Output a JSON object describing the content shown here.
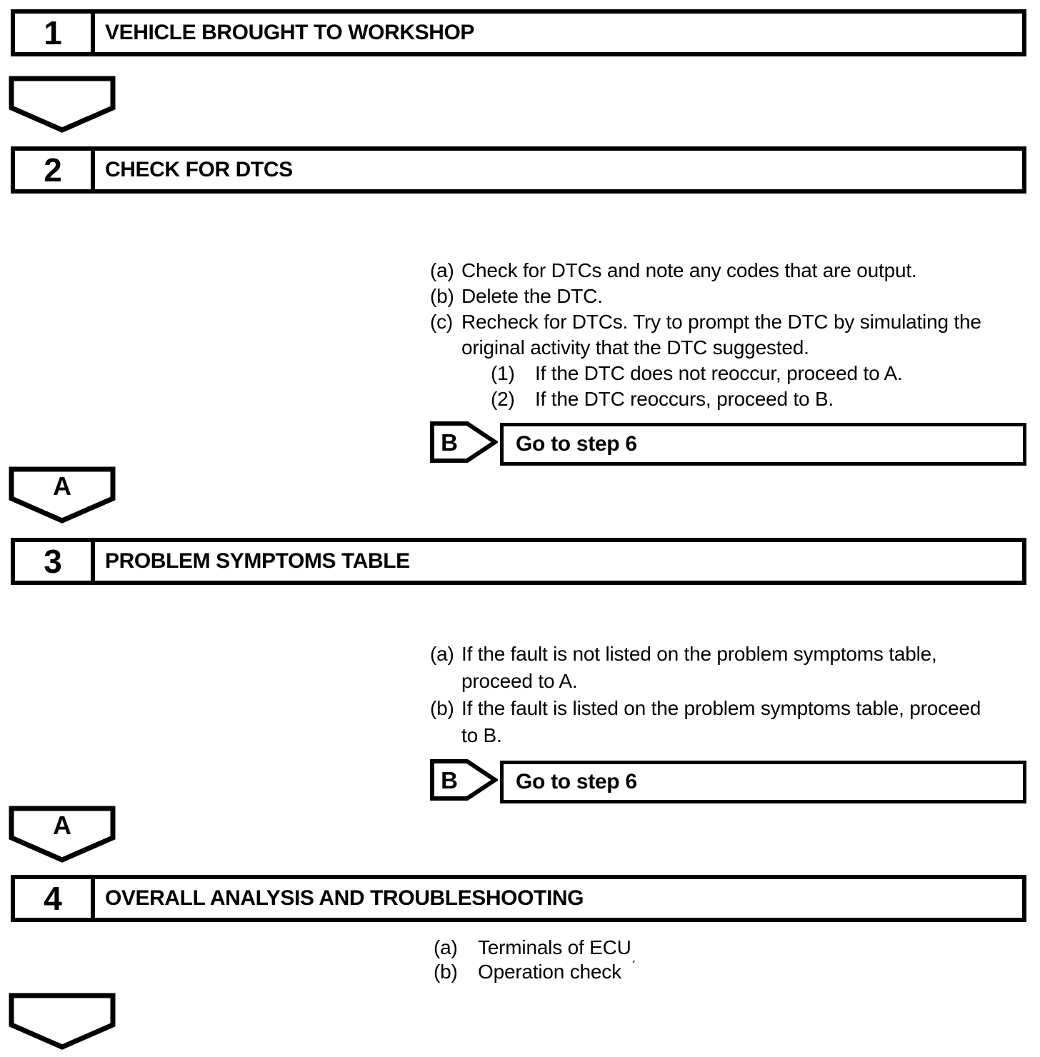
{
  "page": {
    "background": "#ffffff",
    "ink": "#000000"
  },
  "steps": [
    {
      "number": "1",
      "title": "VEHICLE BROUGHT TO WORKSHOP"
    },
    {
      "number": "2",
      "title": "CHECK FOR DTCS"
    },
    {
      "number": "3",
      "title": "PROBLEM SYMPTOMS TABLE"
    },
    {
      "number": "4",
      "title": "OVERALL ANALYSIS AND TROUBLESHOOTING"
    }
  ],
  "step2": {
    "items": [
      {
        "marker": "(a)",
        "text": "Check for DTCs and note any codes that are output."
      },
      {
        "marker": "(b)",
        "text": "Delete the DTC."
      },
      {
        "marker": "(c)",
        "text": "Recheck for DTCs. Try to prompt the DTC by simulating the original activity that the DTC suggested."
      }
    ],
    "subitems": [
      {
        "marker": "(1)",
        "text": "If the DTC does not reoccur, proceed to A."
      },
      {
        "marker": "(2)",
        "text": "If the DTC reoccurs, proceed to B."
      }
    ],
    "branch": {
      "label": "B",
      "action": "Go to step 6"
    },
    "continuation": "A"
  },
  "step3": {
    "items": [
      {
        "marker": "(a)",
        "text": "If the fault is not listed on the problem symptoms table, proceed to A."
      },
      {
        "marker": "(b)",
        "text": "If the fault is listed on the problem symptoms table, proceed to B."
      }
    ],
    "branch": {
      "label": "B",
      "action": "Go to step 6"
    },
    "continuation": "A"
  },
  "step4": {
    "items": [
      {
        "marker": "(a)",
        "text": "Terminals of ECU"
      },
      {
        "marker": "(b)",
        "text": "Operation check"
      }
    ],
    "stray_mark": "ˊ"
  }
}
